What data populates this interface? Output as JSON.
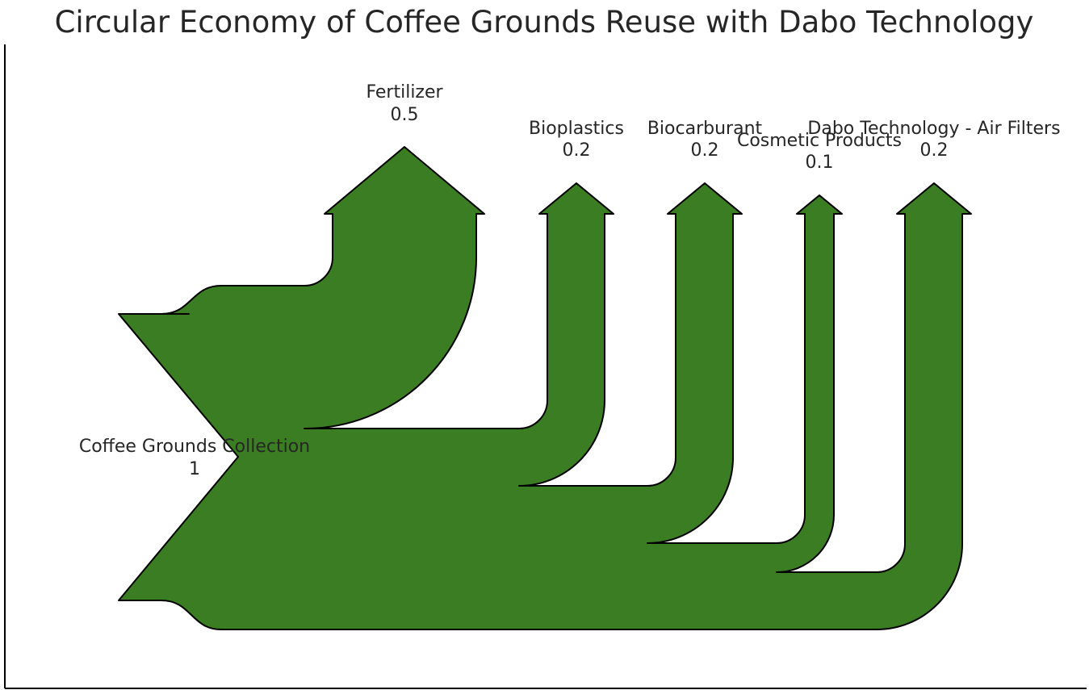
{
  "chart_data": {
    "type": "sankey",
    "title": "Circular Economy of Coffee Grounds Reuse with Dabo Technology",
    "input": {
      "label": "Coffee Grounds Collection",
      "value": 1
    },
    "outputs": [
      {
        "label": "Fertilizer",
        "value": 0.5
      },
      {
        "label": "Bioplastics",
        "value": 0.2
      },
      {
        "label": "Biocarburant",
        "value": 0.2
      },
      {
        "label": "Cosmetic Products",
        "value": 0.1
      },
      {
        "label": "Dabo Technology - Air Filters",
        "value": 0.2
      }
    ],
    "colors": {
      "flow": "#3a7d22",
      "outline": "#000000",
      "text": "#262626"
    }
  }
}
